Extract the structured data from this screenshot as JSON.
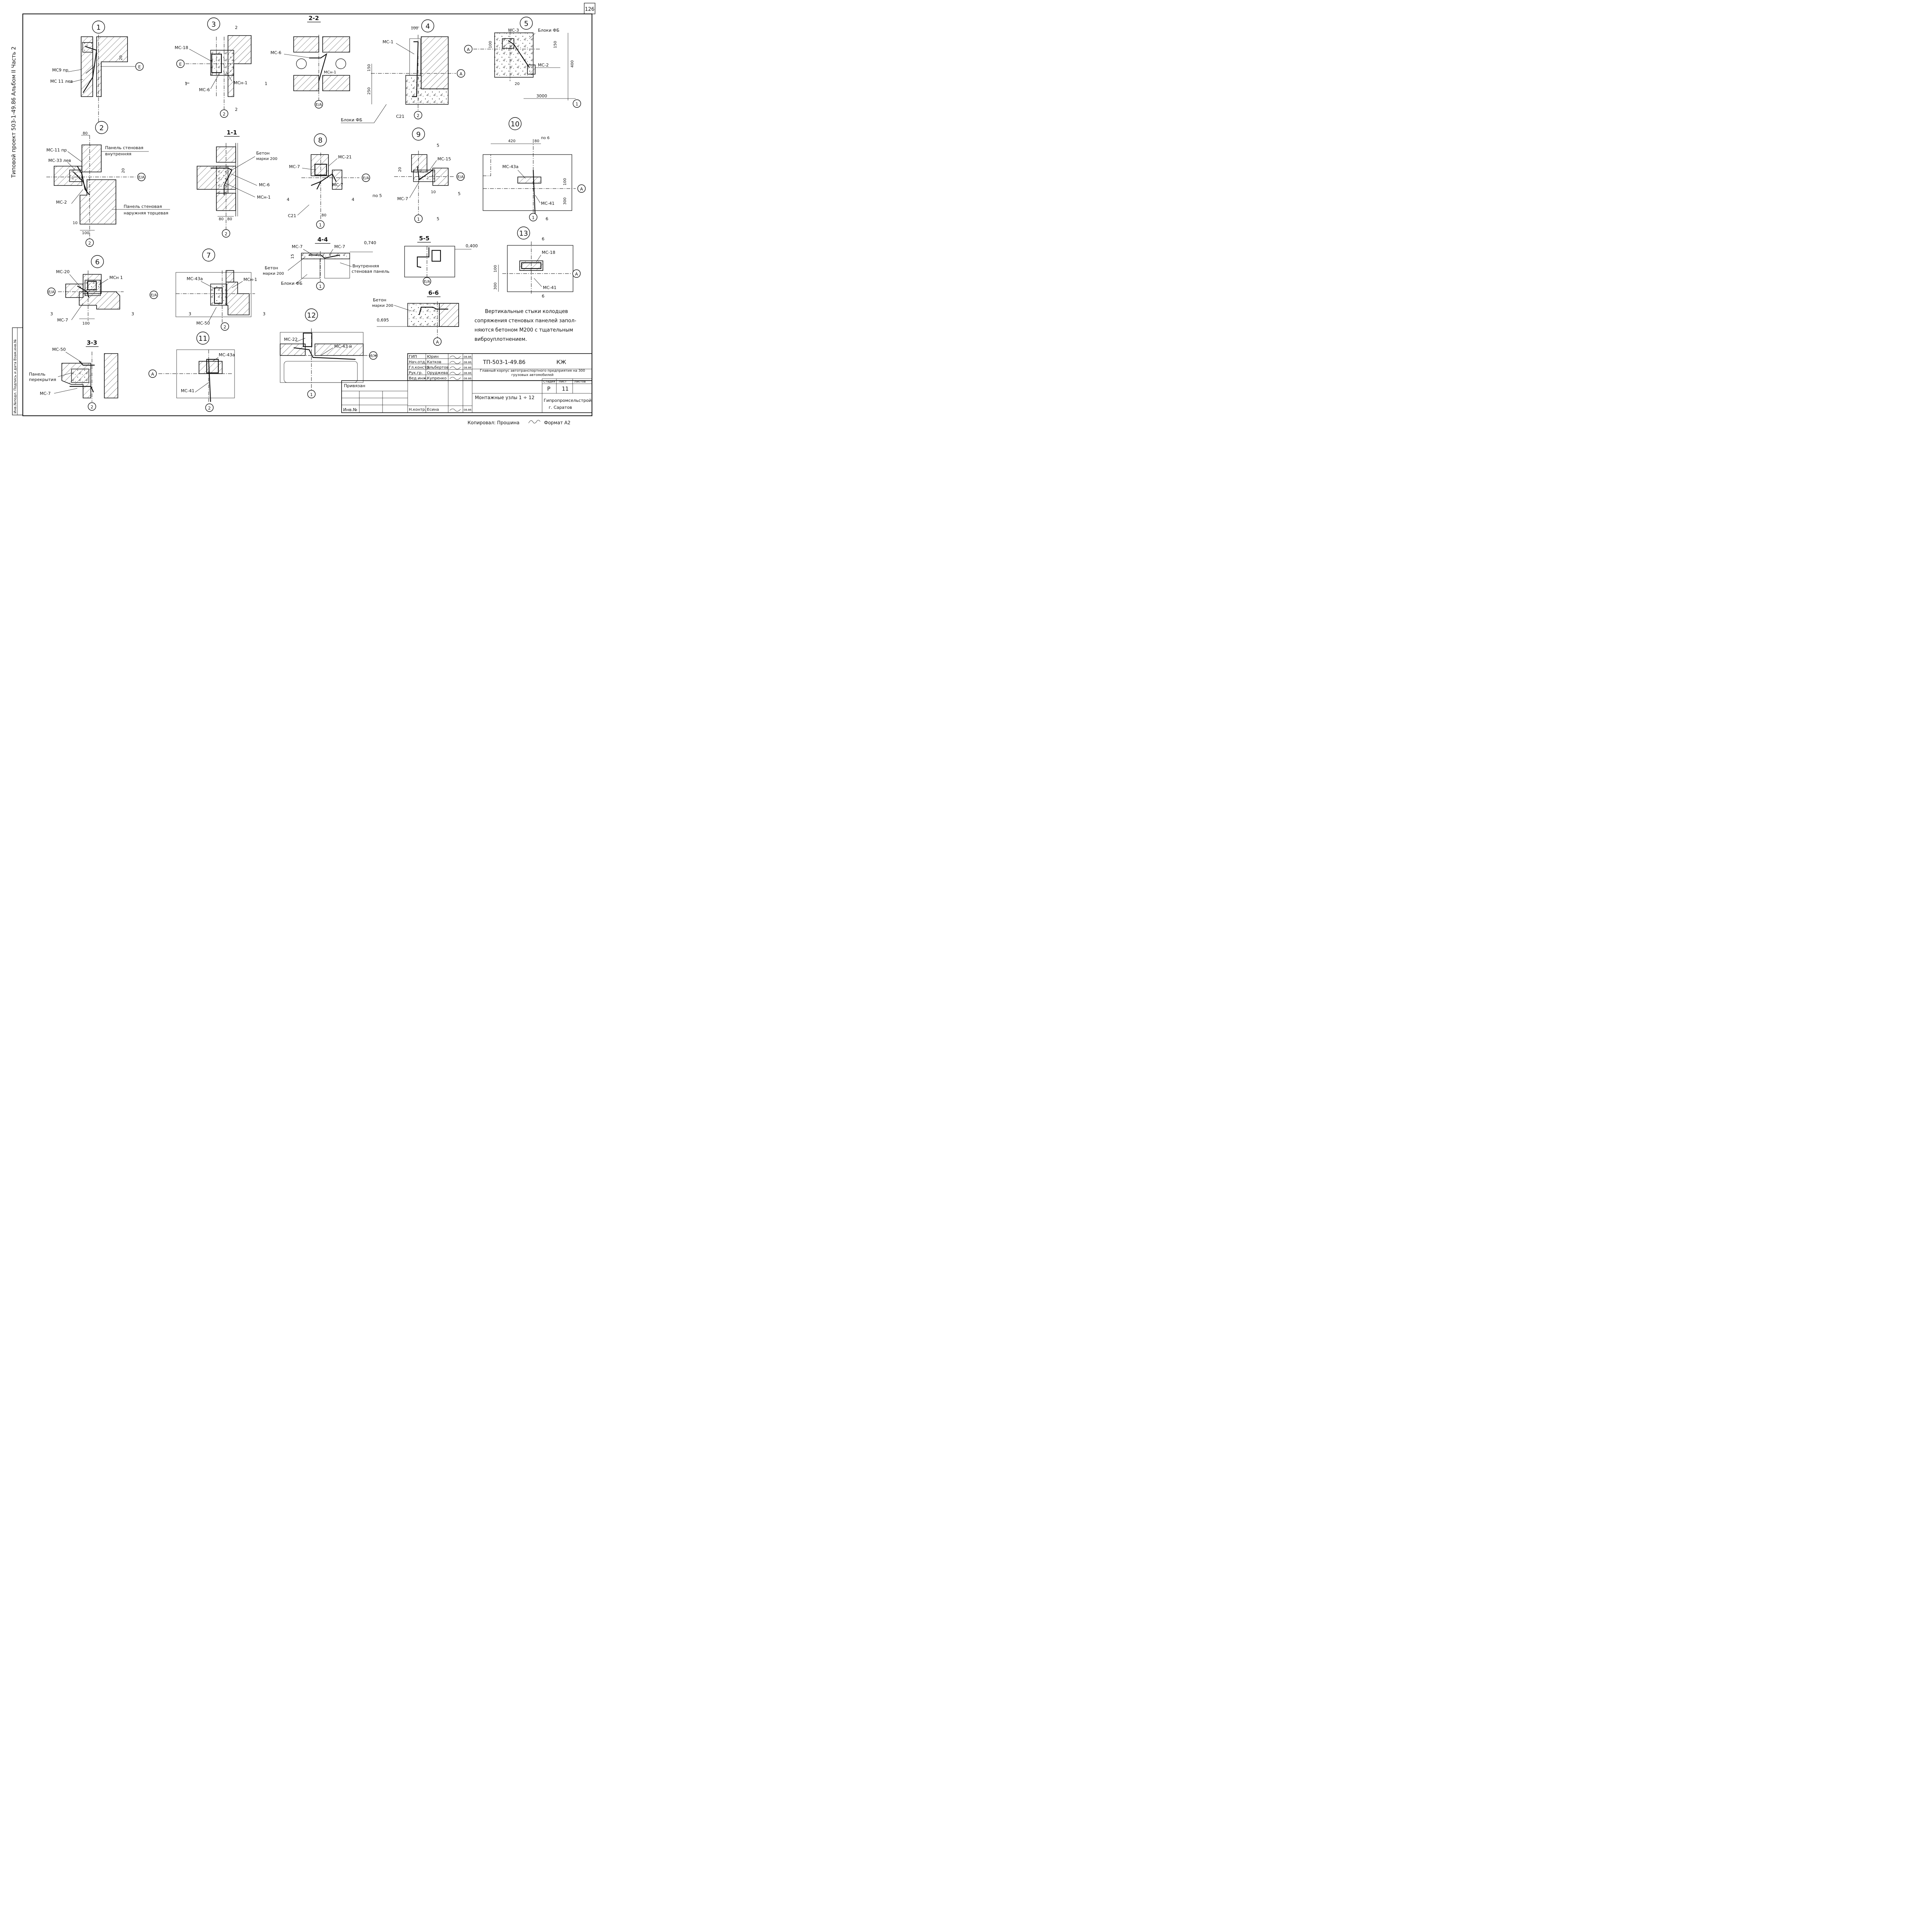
{
  "sheet": {
    "page_number": "126",
    "side_title": "Типовой проект 503-1-49.86 Альбом II Часть 2",
    "side_stamp": "Инв.№подл.  Подпись и дата  Взам.инв.№"
  },
  "nodes": {
    "n1": {
      "id": "1",
      "labels": [
        "МС9 пр",
        "МС 11 лев",
        "20"
      ],
      "axis": "Е"
    },
    "n2": {
      "id": "2",
      "labels": [
        "МС-11 пр",
        "МС-33 лев",
        "МС-2",
        "Панель стеновая",
        "внутренняя",
        "Панель стеновая",
        "наружняя торцевая",
        "80",
        "20",
        "10",
        "100"
      ],
      "axis": "Е/А",
      "axis2": "2"
    },
    "n3": {
      "id": "3",
      "labels": [
        "МС-18",
        "МС-6",
        "МСн-1"
      ],
      "axis": "Е",
      "axis2": "2",
      "cut": "1",
      "cut2": "2"
    },
    "n4": {
      "id": "4",
      "labels": [
        "МС-1",
        "Блоки ФБ",
        "С21",
        "100",
        "150",
        "250"
      ],
      "axis": "А",
      "axis2": "2"
    },
    "n5": {
      "id": "5",
      "labels": [
        "МС-3",
        "Блоки ФБ",
        "МС-2",
        "100",
        "150",
        "400",
        "20",
        "3000"
      ],
      "axis": "А",
      "axis2": "1"
    },
    "n6": {
      "id": "6",
      "labels": [
        "МС-20",
        "МСн 1",
        "МС-7",
        "100"
      ],
      "axis": "Е/А",
      "cut": "3"
    },
    "n7": {
      "id": "7",
      "labels": [
        "МС-43а",
        "МСн-1",
        "МС-50"
      ],
      "axis": "Е/А",
      "axis2": "2",
      "cut": "3"
    },
    "n8": {
      "id": "8",
      "labels": [
        "МС-7",
        "МС-21",
        "МС-7",
        "С21",
        "80"
      ],
      "axis": "Е/А",
      "axis2": "1",
      "cut": "4"
    },
    "n9": {
      "id": "9",
      "labels": [
        "МС-15",
        "МС-7",
        "20",
        "10",
        "по 5"
      ],
      "axis": "Е/А",
      "axis2": "1",
      "cut": "5"
    },
    "n10": {
      "id": "10",
      "labels": [
        "МС-43а",
        "МС-41",
        "420",
        "80",
        "100",
        "300",
        "по 6"
      ],
      "axis": "А",
      "axis2": "1",
      "cut": "6"
    },
    "n11": {
      "id": "11",
      "labels": [
        "МС-43а",
        "МС-41"
      ],
      "axis": "А",
      "axis2": "2"
    },
    "n12": {
      "id": "12",
      "labels": [
        "МС-22",
        "МС-43 и"
      ],
      "axis": "И/Ж",
      "axis2": "1"
    },
    "n13": {
      "id": "13",
      "labels": [
        "МС-18",
        "МС-41",
        "100",
        "300"
      ],
      "axis": "А",
      "cut": "6"
    }
  },
  "sections": {
    "s22": {
      "title": "2-2",
      "labels": [
        "МС-6",
        "МСн-1"
      ],
      "axis": "Е/А"
    },
    "s11": {
      "title": "1-1",
      "labels": [
        "Бетон",
        "марки 200",
        "МС-6",
        "МСн-1",
        "80",
        "80"
      ],
      "axis": "2"
    },
    "s44": {
      "title": "4-4",
      "labels": [
        "МС-7",
        "МС-7",
        "15",
        "0,740",
        "Бетон",
        "марки 200",
        "Внутренняя",
        "стеновая панель",
        "Блоки ФБ"
      ],
      "axis": "1"
    },
    "s55": {
      "title": "5-5",
      "labels": [
        "0,400"
      ],
      "axis": "Е/А"
    },
    "s66": {
      "title": "6-6",
      "labels": [
        "Бетон",
        "марки 200",
        "0,695"
      ],
      "axis": "А"
    },
    "s33": {
      "title": "3-3",
      "labels": [
        "МС-50",
        "Панель",
        "перекрытия",
        "МС-7"
      ],
      "axis": "2"
    }
  },
  "note": {
    "lines": [
      "Вертикальные стыки колодцев",
      "сопряжения стеновых панелей запол-",
      "няются бетоном М200 с тщательным",
      "виброуплотнением."
    ]
  },
  "title_block": {
    "code": "ТП-503-1-49.86",
    "mark": "КЖ",
    "project_title": "Главный корпус автотранспортного предприятия на 300 грузовых автомобилей",
    "drawing_name": "Монтажные узлы 1 ÷ 12",
    "stage_h": "Стадия",
    "sheet_h": "Лист",
    "sheets_h": "Листов",
    "stage": "Р",
    "sheet": "11",
    "organization": "Гипропромсельстрой",
    "city": "г. Саратов",
    "bound": "Привязан",
    "inv": "Инв.№",
    "people": [
      {
        "role": "ГИП",
        "name": "Юрин",
        "date": "08.86"
      },
      {
        "role": "Нач.отд.",
        "name": "Катков",
        "date": "08.86"
      },
      {
        "role": "Гл.констр.",
        "name": "Эльбертов",
        "date": "08.86"
      },
      {
        "role": "Рук.гр.",
        "name": "Оруджева",
        "date": "08.86"
      },
      {
        "role": "Вед.инж.",
        "name": "Купренко",
        "date": "08.86"
      },
      {
        "role": "Н.контр.",
        "name": "Есина",
        "date": "08.86"
      }
    ]
  },
  "footer": {
    "copied": "Копировал: Прошина",
    "format": "Формат А2"
  }
}
